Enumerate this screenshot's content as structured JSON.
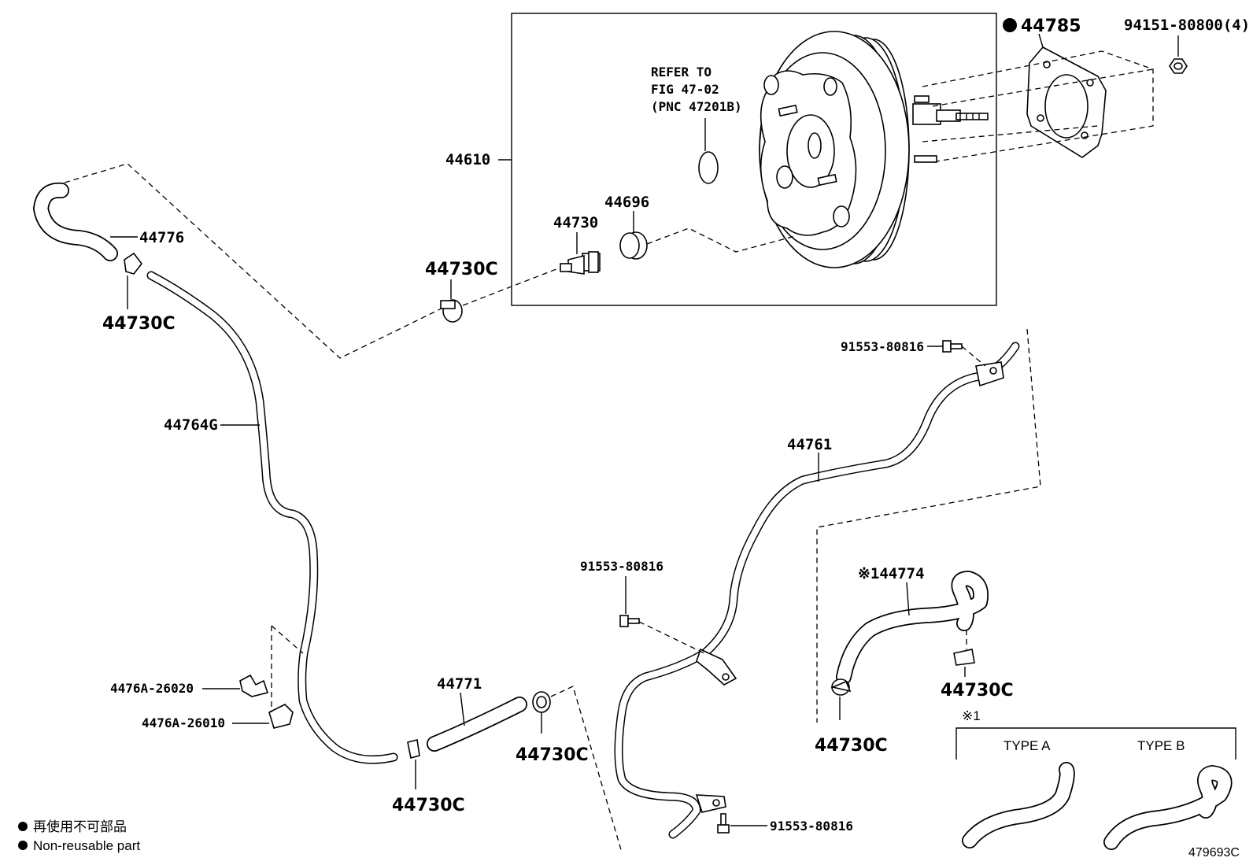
{
  "labels": {
    "booster_assembly": "44610",
    "gasket": "44785",
    "nut": "94151-80800(4)",
    "refer_line1": "REFER TO",
    "refer_line2": "FIG 47-02",
    "refer_line3": "(PNC 47201B)",
    "grommet": "44696",
    "check_valve": "44730",
    "clip_upper": "44730C",
    "hose_upper": "44776",
    "clip_left": "44730C",
    "tube_left": "44764G",
    "clamp_a": "4476A-26020",
    "clamp_b": "4476A-26010",
    "hose_lower": "44771",
    "clip_bottom": "44730C",
    "clip_lower_right": "44730C",
    "bolt_top": "91553-80816",
    "tube_right": "44761",
    "bolt_mid": "91553-80816",
    "bolt_bottom": "91553-80816",
    "hose_variant": "※144774",
    "clip_variant_right": "44730C",
    "clip_variant_left": "44730C"
  },
  "type_box": {
    "mark": "※1",
    "type_a": "TYPE A",
    "type_b": "TYPE B"
  },
  "legend": {
    "jp": "再使用不可部品",
    "en": "Non-reusable part"
  },
  "figure_id": "479693C"
}
